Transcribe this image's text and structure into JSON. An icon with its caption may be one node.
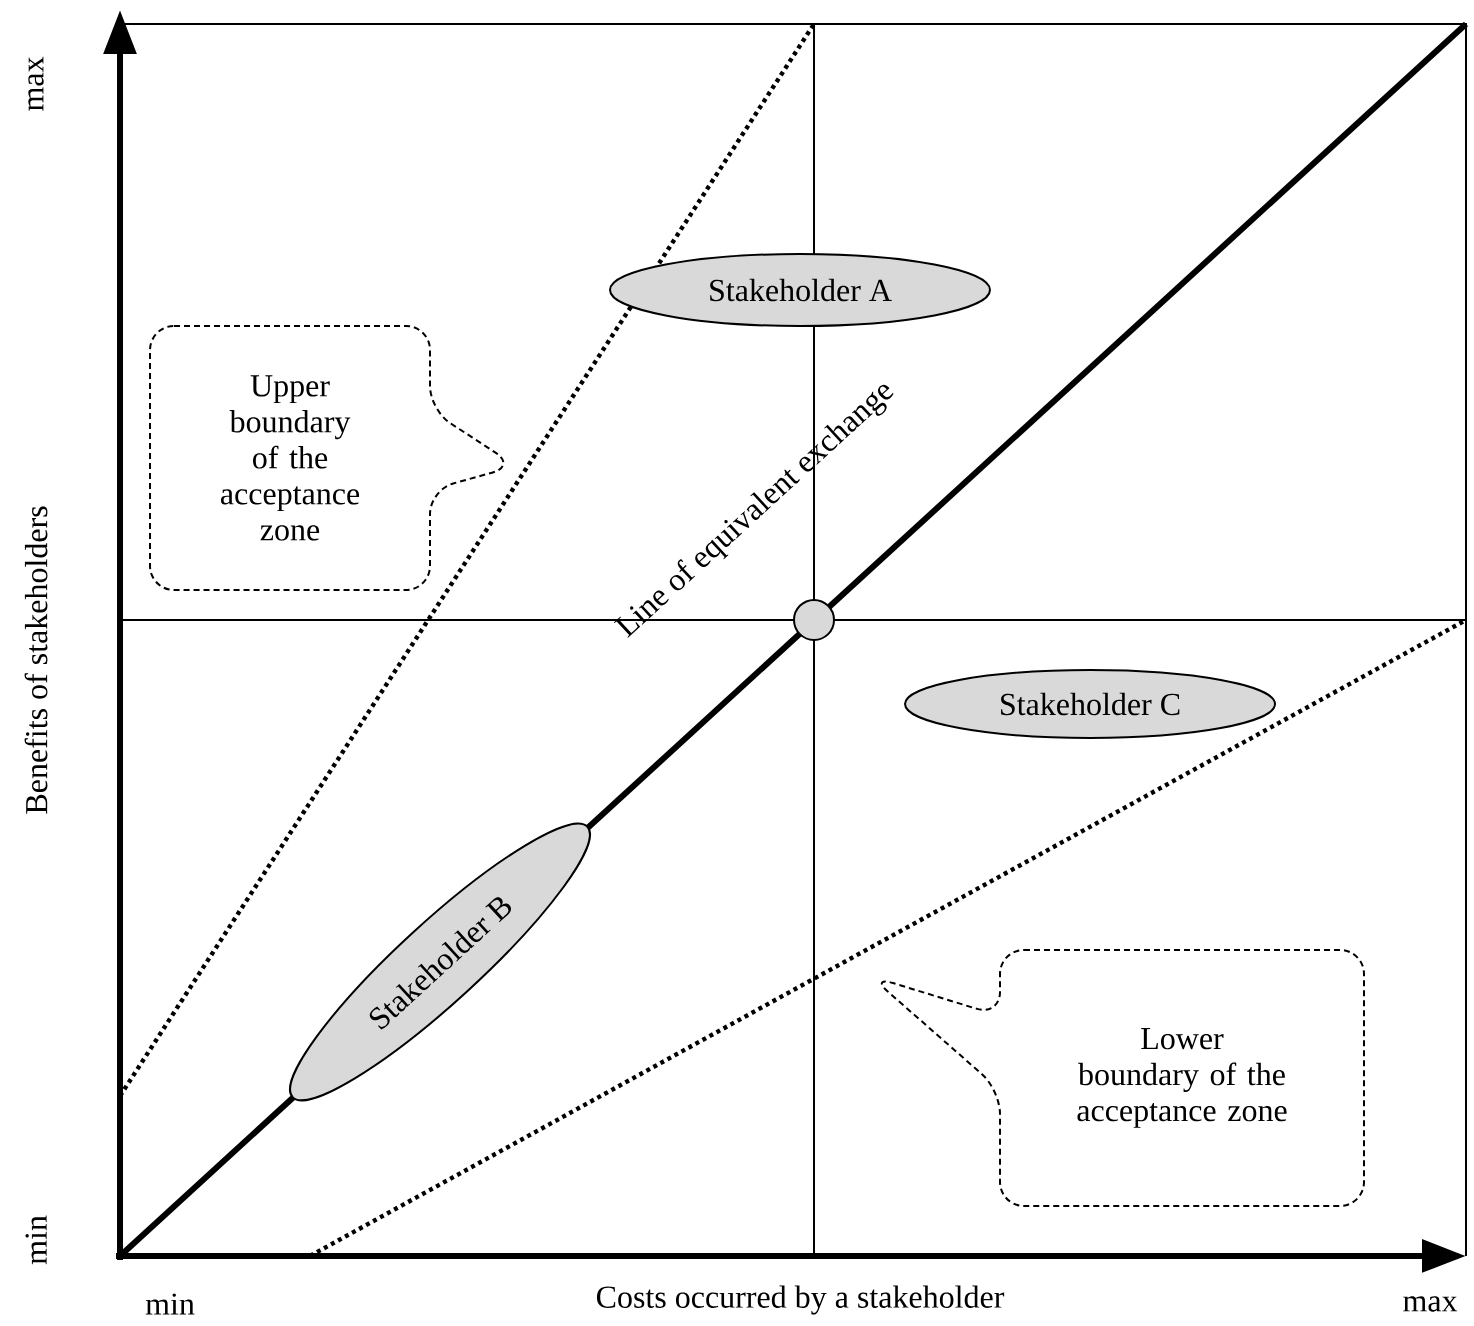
{
  "diagram": {
    "nodes": [
      {
        "text": [
          "Stakeholder A"
        ]
      },
      {
        "text": [
          "Upper boundary of the acceptance zone"
        ]
      },
      {
        "text": [],
        "shape": "circle"
      },
      {
        "text": [
          "Stakeholder C"
        ]
      },
      {
        "text": [
          "Stakeholder B"
        ]
      },
      {
        "text": [
          "Lower boundary of the acceptance zone"
        ]
      }
    ],
    "labels": [
      "max",
      "min",
      "Benefits of stakeholders",
      "Line of equivalent exchange",
      "min",
      "Costs occurred by a stakeholder",
      "max"
    ]
  }
}
